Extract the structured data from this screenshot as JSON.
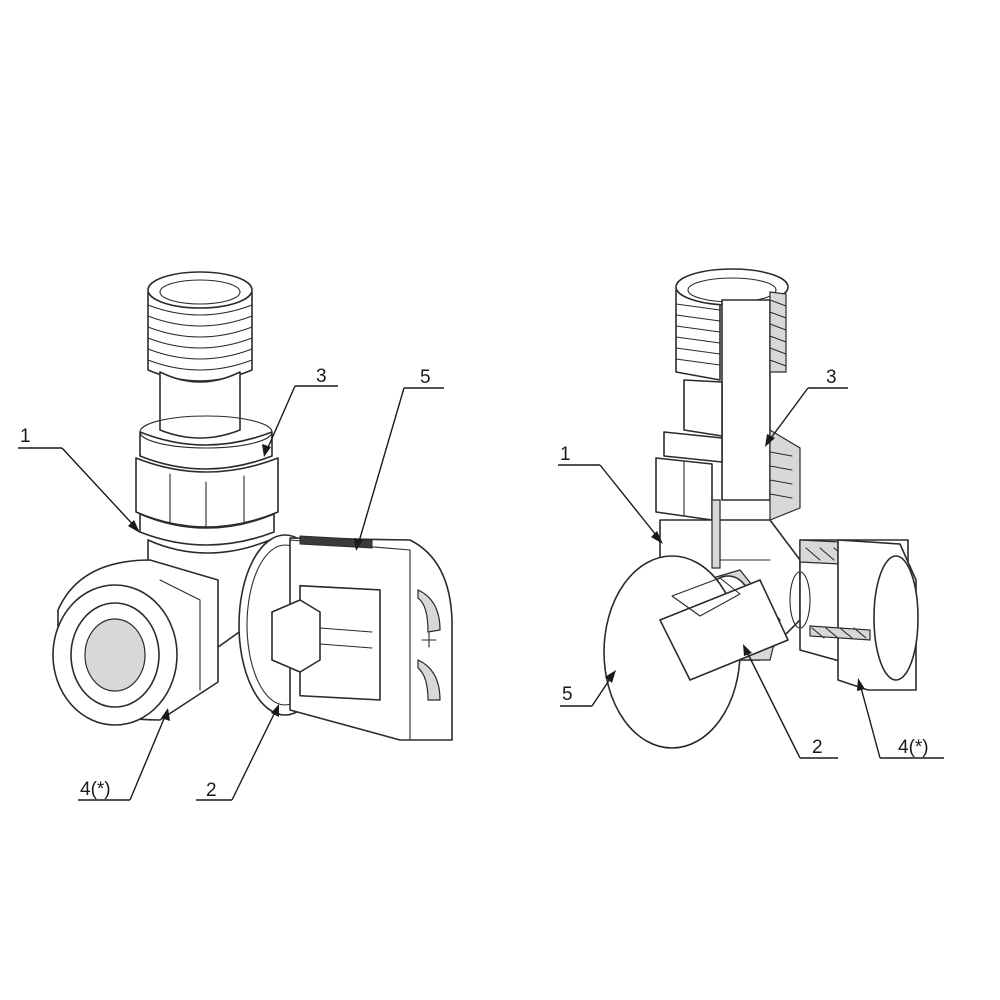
{
  "left_view": {
    "callouts": [
      {
        "id": "c1",
        "label": "1"
      },
      {
        "id": "c3",
        "label": "3"
      },
      {
        "id": "c5",
        "label": "5"
      },
      {
        "id": "c4",
        "label": "4(*)"
      },
      {
        "id": "c2",
        "label": "2"
      }
    ]
  },
  "right_view": {
    "callouts": [
      {
        "id": "c1",
        "label": "1"
      },
      {
        "id": "c3",
        "label": "3"
      },
      {
        "id": "c5",
        "label": "5"
      },
      {
        "id": "c2",
        "label": "2"
      },
      {
        "id": "c4",
        "label": "4(*)"
      }
    ]
  }
}
